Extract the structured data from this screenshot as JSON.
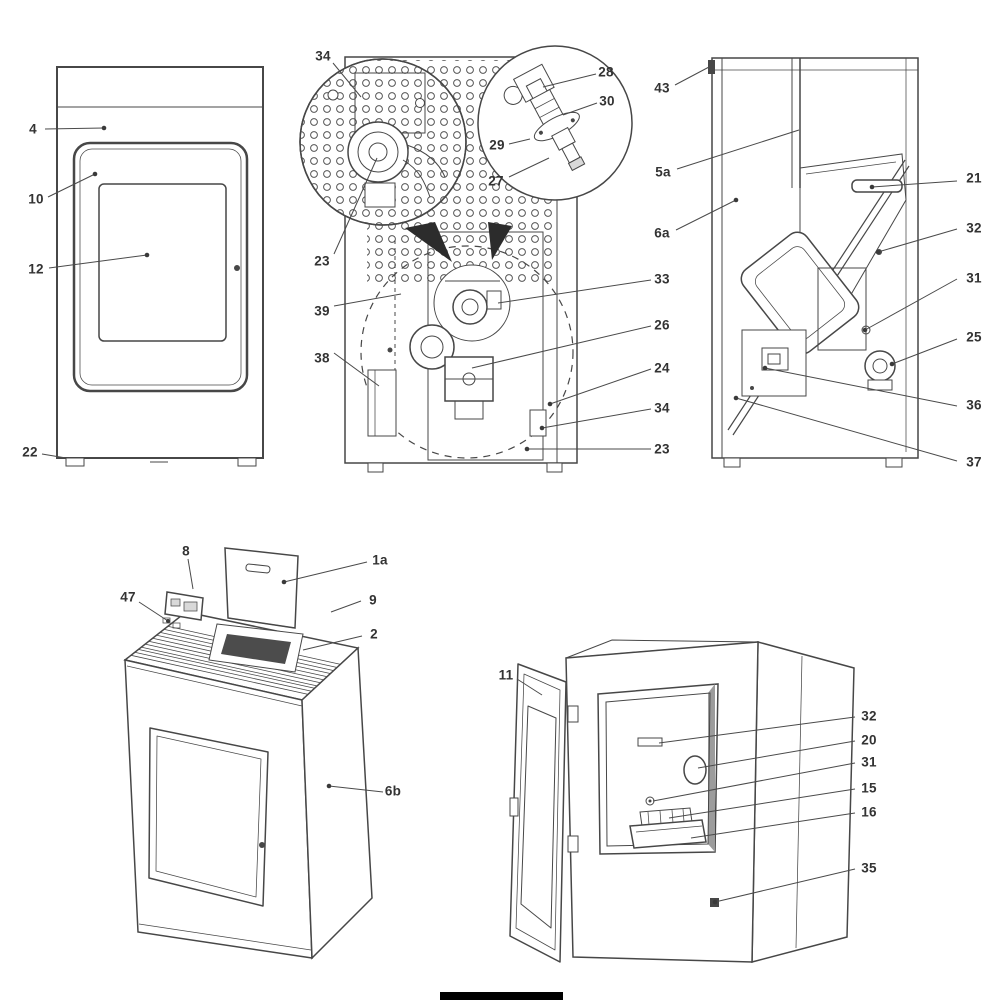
{
  "figure": {
    "ink_color": "#474747",
    "label_color": "#333333",
    "background_color": "#ffffff",
    "bottom_bar_color": "#000000"
  },
  "views": {
    "front_view": {
      "labels": [
        "4",
        "10",
        "12",
        "22"
      ]
    },
    "rear_view": {
      "labels": [
        "34",
        "23",
        "39",
        "38",
        "28",
        "30",
        "29",
        "27",
        "33",
        "26",
        "24",
        "34",
        "23"
      ]
    },
    "side_view": {
      "labels": [
        "43",
        "5a",
        "6a",
        "21",
        "32",
        "31",
        "25",
        "36",
        "37"
      ]
    },
    "iso_view": {
      "labels": [
        "8",
        "47",
        "1a",
        "9",
        "2",
        "6b"
      ]
    },
    "door_view": {
      "labels": [
        "11",
        "32",
        "20",
        "31",
        "15",
        "16",
        "35"
      ]
    }
  }
}
